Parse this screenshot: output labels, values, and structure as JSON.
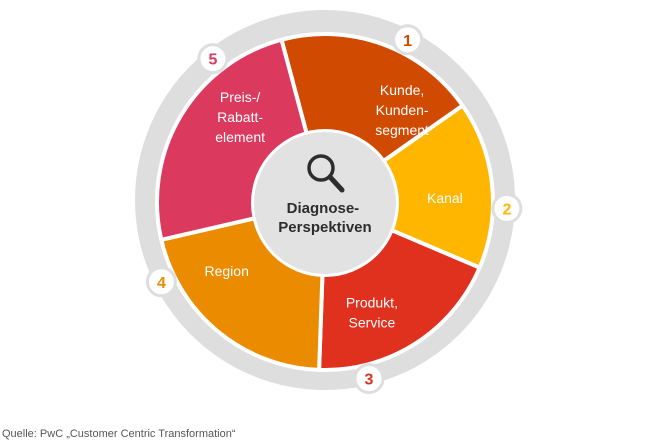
{
  "center": {
    "lines": [
      "Diagnose-",
      "Perspektiven"
    ],
    "icon": "magnifier-icon"
  },
  "segments": [
    {
      "number": "1",
      "lines": [
        "Kunde,",
        "Kunden-",
        "segment"
      ],
      "color": "#d04a02"
    },
    {
      "number": "2",
      "lines": [
        "Kanal"
      ],
      "color": "#ffb600"
    },
    {
      "number": "3",
      "lines": [
        "Produkt,",
        "Service"
      ],
      "color": "#e0301e"
    },
    {
      "number": "4",
      "lines": [
        "Region"
      ],
      "color": "#eb8c00"
    },
    {
      "number": "5",
      "lines": [
        "Preis-/",
        "Rabatt-",
        "element"
      ],
      "color": "#db3a5e"
    }
  ],
  "ring_color": "#dedede",
  "source": "Quelle: PwC „Customer Centric Transformation“"
}
